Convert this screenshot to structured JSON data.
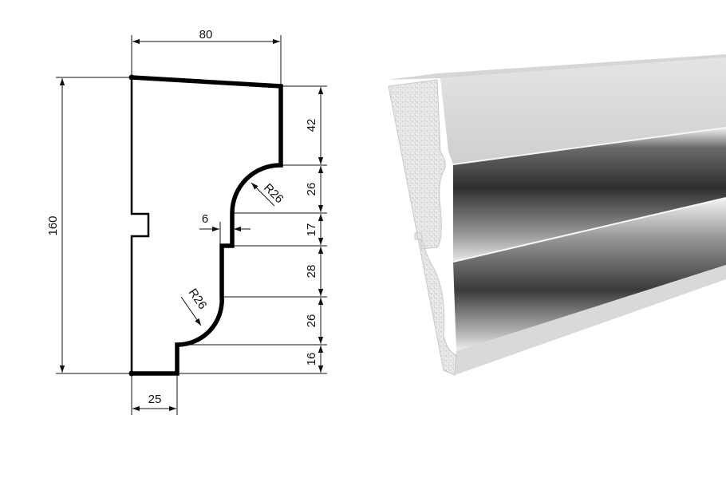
{
  "drawing": {
    "width_label": "80",
    "height_label": "160",
    "base_label": "25",
    "step_label": "6",
    "radius_upper_label": "R26",
    "radius_lower_label": "R26",
    "segments": [
      "42",
      "26",
      "17",
      "28",
      "26",
      "16"
    ]
  },
  "render": {
    "face_color": "#d8d8d8",
    "shadow_color": "#3a3a3a",
    "cap_color": "#e6e6e6"
  }
}
